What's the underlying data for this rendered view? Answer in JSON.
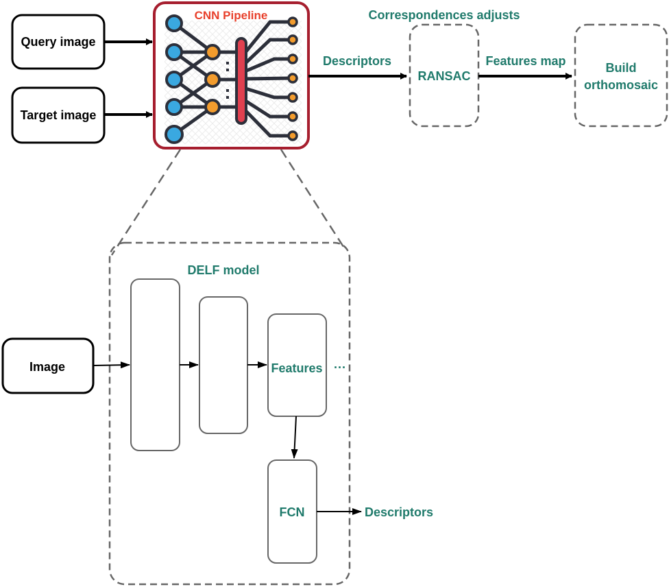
{
  "colors": {
    "accent_teal": "#1f7a6b",
    "pipeline_title": "#e8402b",
    "pipeline_border": "#a61e2e",
    "neuron_blue": "#3aa8e0",
    "neuron_orange": "#f39c2d",
    "dashed_gray": "#666666"
  },
  "inputs": {
    "query": "Query image",
    "target": "Target image"
  },
  "pipeline": {
    "title": "CNN Pipeline",
    "icon": "neural-network-icon"
  },
  "flow": {
    "descriptors_edge": "Descriptors",
    "correspondences_title": "Correspondences adjusts",
    "ransac": "RANSAC",
    "features_map_edge": "Features map",
    "build_line1": "Build",
    "build_line2": "orthomosaic"
  },
  "delf": {
    "title": "DELF model",
    "input": "Image",
    "features": "Features",
    "ellipsis": "···",
    "fcn": "FCN",
    "output": "Descriptors"
  }
}
